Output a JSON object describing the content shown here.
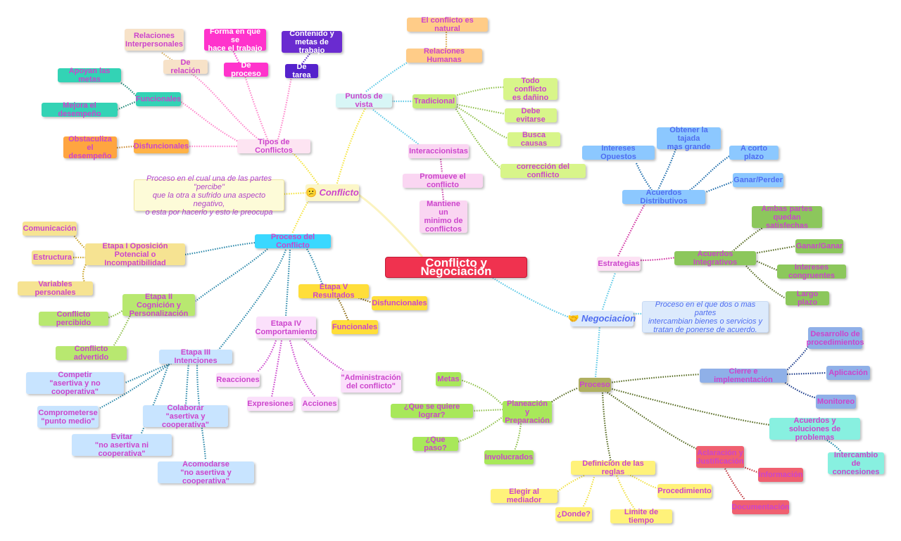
{
  "title": "Conflicto y Negociación",
  "colors": {
    "center": "#f0324f",
    "conflicto": "#fbf6c8",
    "negociacion": "#dceafc",
    "sky": "#5ac8e6",
    "teal": "#33d3b5",
    "pink": "#ff66cc",
    "purple": "#6a2bd0",
    "lime": "#b8e870",
    "green": "#8cc75c",
    "yellow": "#ffde3a",
    "lightblue": "#a8d4ff",
    "orange": "#ffb347",
    "red": "#f06070",
    "aqua": "#88f0e0",
    "steel": "#8fb0e8"
  },
  "nodes": {
    "center": "Conflicto y Negociación",
    "conflicto": "Conflicto",
    "conflicto_def": "Proceso en el cual una de las partes \"percibe\"\nque la otra a sufrido una aspecto negativo,\no esta por hacerlo y esto le preocupa",
    "tipos": "Tipos de Conflictos",
    "de_relacion": "De relación",
    "relaciones_interpersonales": "Relaciones\nInterpersonales",
    "de_proceso": "De proceso",
    "forma_trabajo": "Forma en que se\nhace el trabajo",
    "de_tarea": "De tarea",
    "contenido_metas": "Contenido y\nmetas de trabajo",
    "funcionales_tipo": "Funcionales",
    "apoyan_metas": "Apoyan las metas",
    "mejora_desempeno": "Mejora el desempeño",
    "disfuncionales_tipo": "Disfuncionales",
    "obstaculiza": "Obstaculiza el\ndesempeño",
    "puntos_vista": "Puntos de vista",
    "relaciones_humanas": "Relaciones Humanas",
    "conflicto_natural": "El conflicto es natural",
    "tradicional": "Tradicional",
    "todo_danino": "Todo conflicto\nes dañino",
    "debe_evitarse": "Debe evitarse",
    "busca_causas": "Busca causas",
    "correccion": "corrección del conflicto",
    "interaccionistas": "Interaccionistas",
    "promueve": "Promueve el conflicto",
    "minimo": "Mantiene un\nminimo de\nconflictos",
    "proceso_conflicto": "Proceso del Conflicto",
    "etapa1": "Etapa I Oposición\nPotencial o Incompatibilidad",
    "comunicacion": "Comunicación",
    "estructura": "Estructura",
    "variables": "Variables personales",
    "etapa2": "Etapa II Cognición y\nPersonalización",
    "percibido": "Conflicto percibido",
    "advertido": "Conflicto advertido",
    "etapa3": "Etapa III Intenciones",
    "competir": "Competir\n\"asertiva y no cooperativa\"",
    "comprometerse": "Comprometerse\n\"punto medio\"",
    "colaborar": "Colaborar\n\"asertiva y cooperativa\"",
    "evitar": "Evitar\n\"no asertiva ni cooperativa\"",
    "acomodarse": "Acomodarse\n\"no asertiva y cooperativa\"",
    "etapa4": "Etapa IV\nComportamiento",
    "reacciones": "Reacciones",
    "expresiones": "Expresiones",
    "acciones": "Acciones",
    "administracion": "\"Administración\ndel conflicto\"",
    "etapa5": "Etapa V Resultados",
    "disfuncionales_res": "Disfuncionales",
    "funcionales_res": "Funcionales",
    "negociacion": "Negociacion",
    "negociacion_def": "Proceso en el que dos o mas partes\nintercambian bienes o servicios y\ntratan de ponerse de acuerdo.",
    "estrategias": "Estrategias",
    "acuerdos_distributivos": "Acuerdos Distributivos",
    "intereses_opuestos": "Intereses Opuestos",
    "obtener_tajada": "Obtener la tajada\nmas grande",
    "corto_plazo": "A corto plazo",
    "ganar_perder": "Ganar/Perder",
    "acuerdos_integrativos": "Acuerdos Integrativos",
    "ambas_partes": "Ambas partes\nquedan satisfechas",
    "ganar_ganar": "Ganar/Ganar",
    "intereses_congruentes": "Intereses congruentes",
    "largo_plazo": "Largo plazo",
    "proceso": "Proceso",
    "planeacion": "Planeación y\nPreparación",
    "metas": "Metas",
    "que_lograr": "¿Que se quiere lograr?",
    "que_paso": "¿Que paso?",
    "involucrados": "Involucrados",
    "definicion_reglas": "Definición de las reglas",
    "elegir_mediador": "Elegir al mediador",
    "donde": "¿Donde?",
    "limite_tiempo": "Limite de tiempo",
    "procedimiento": "Procedimiento",
    "aclaracion": "Aclaración y\nJustificación",
    "informacion": "Información",
    "documentacion": "Documentación",
    "acuerdos_soluciones": "Acuerdos y\nsoluciones de problemas",
    "intercambio": "Intercambio de\nconcesiones",
    "cierre": "Cierre e implementación",
    "desarrollo": "Desarrollo de\nprocedimientos",
    "aplicacion": "Aplicación",
    "monitoreo": "Monitoreo"
  }
}
